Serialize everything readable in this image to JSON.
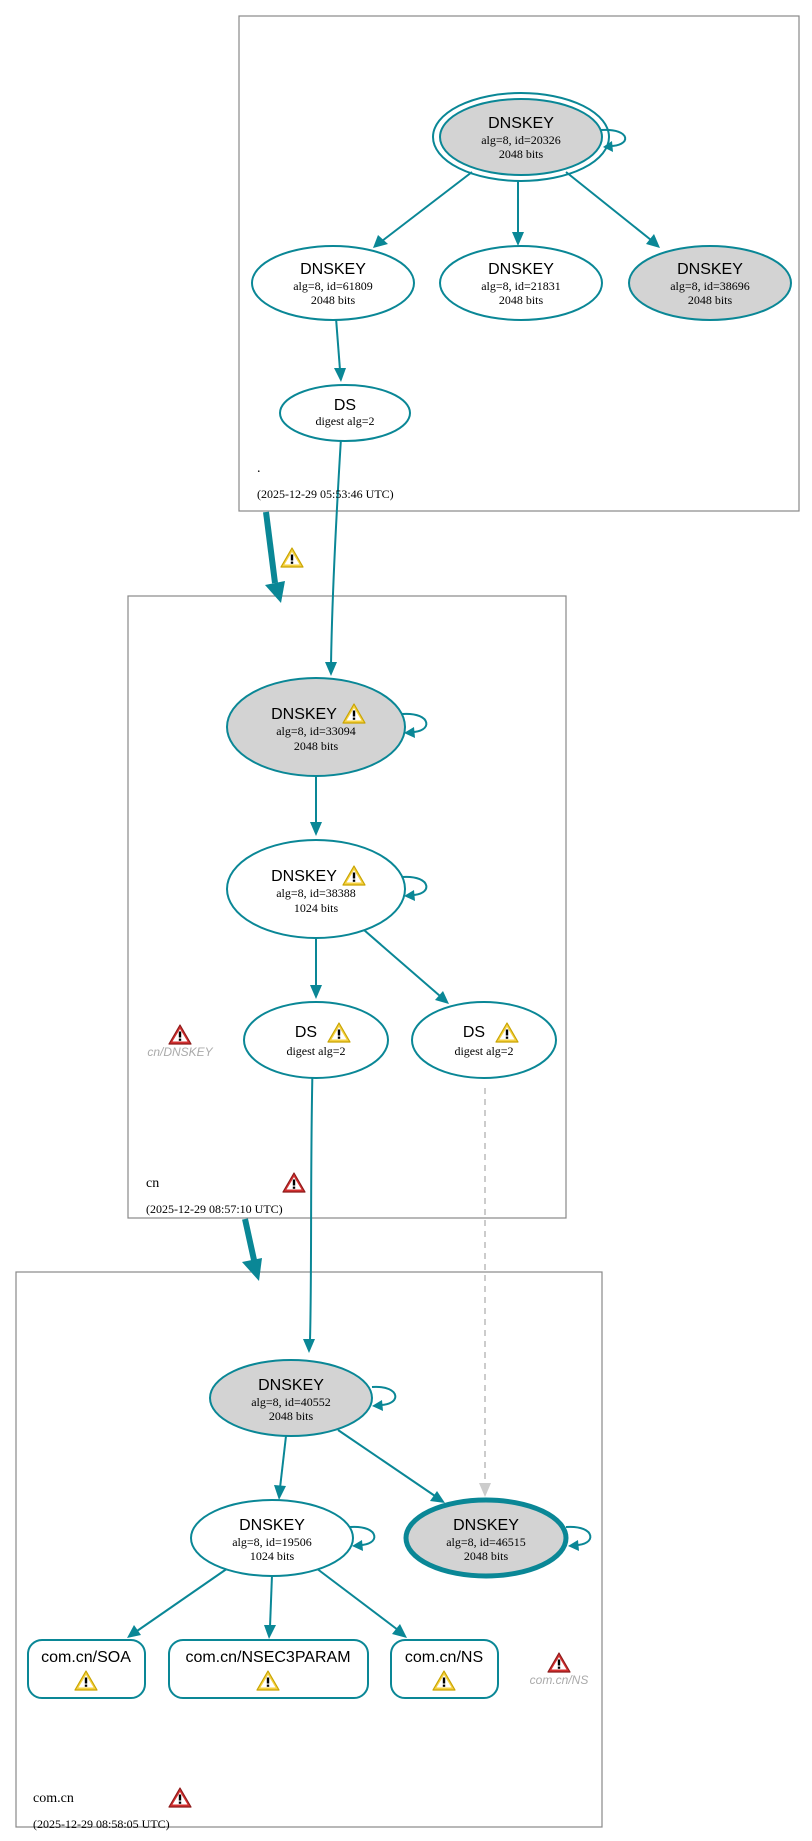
{
  "zones": {
    "root": {
      "name": ".",
      "timestamp": "(2025-12-29 05:53:46 UTC)"
    },
    "cn": {
      "name": "cn",
      "timestamp": "(2025-12-29 08:57:10 UTC)",
      "ghost_label": "cn/DNSKEY"
    },
    "comcn": {
      "name": "com.cn",
      "timestamp": "(2025-12-29 08:58:05 UTC)",
      "ghost_label": "com.cn/NS"
    }
  },
  "nodes": {
    "root_ksk": {
      "type": "DNSKEY",
      "line1": "alg=8, id=20326",
      "line2": "2048 bits"
    },
    "root_zsk1": {
      "type": "DNSKEY",
      "line1": "alg=8, id=61809",
      "line2": "2048 bits"
    },
    "root_zsk2": {
      "type": "DNSKEY",
      "line1": "alg=8, id=21831",
      "line2": "2048 bits"
    },
    "root_key3": {
      "type": "DNSKEY",
      "line1": "alg=8, id=38696",
      "line2": "2048 bits"
    },
    "root_ds": {
      "type": "DS",
      "line1": "digest alg=2"
    },
    "cn_ksk": {
      "type": "DNSKEY",
      "line1": "alg=8, id=33094",
      "line2": "2048 bits"
    },
    "cn_zsk": {
      "type": "DNSKEY",
      "line1": "alg=8, id=38388",
      "line2": "1024 bits"
    },
    "cn_ds1": {
      "type": "DS",
      "line1": "digest alg=2"
    },
    "cn_ds2": {
      "type": "DS",
      "line1": "digest alg=2"
    },
    "comcn_ksk": {
      "type": "DNSKEY",
      "line1": "alg=8, id=40552",
      "line2": "2048 bits"
    },
    "comcn_zsk": {
      "type": "DNSKEY",
      "line1": "alg=8, id=19506",
      "line2": "1024 bits"
    },
    "comcn_key3": {
      "type": "DNSKEY",
      "line1": "alg=8, id=46515",
      "line2": "2048 bits"
    },
    "comcn_soa": {
      "type": "com.cn/SOA"
    },
    "comcn_nsec3param": {
      "type": "com.cn/NSEC3PARAM"
    },
    "comcn_ns": {
      "type": "com.cn/NS"
    }
  },
  "colors": {
    "edge": "#0a8796",
    "node_fill_sep": "#d3d3d3",
    "warning_yellow": "#f0c419",
    "error_red": "#c62828",
    "dashed_edge": "#cccccc"
  },
  "icons": {
    "warning": "warning-triangle-icon",
    "error": "error-triangle-icon"
  }
}
